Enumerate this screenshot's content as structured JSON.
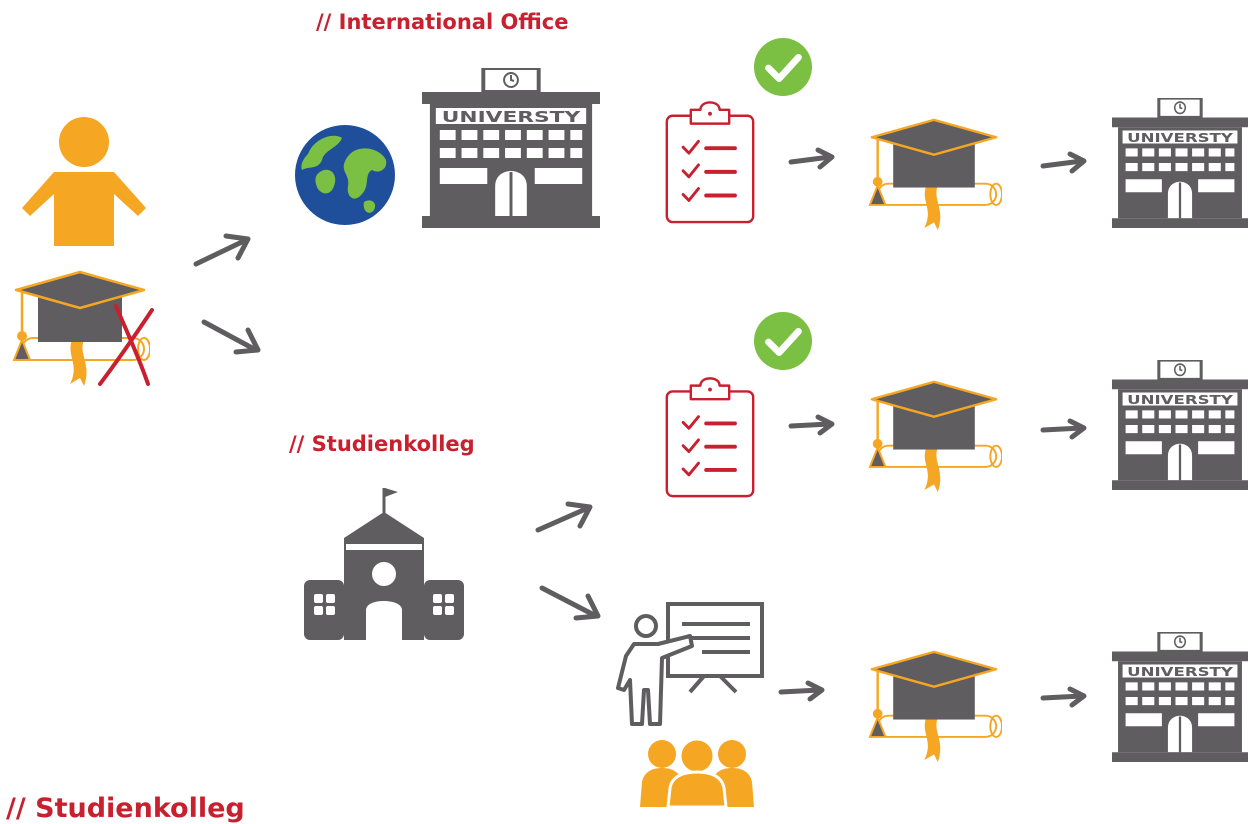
{
  "labels": {
    "international_office": "// International Office",
    "studienkolleg_mid": "// Studienkolleg",
    "studienkolleg_bottom": "// Studienkolleg"
  },
  "university_sign": "UNIVERSTY",
  "colors": {
    "orange": "#f5a623",
    "gray": "#5f5d5f",
    "red": "#c8202f",
    "green": "#7bbf43",
    "ocean": "#1f4f9b"
  },
  "icons": [
    "person-icon",
    "graduation-cap-diploma-icon",
    "globe-icon",
    "university-building-icon",
    "checklist-icon",
    "checkmark-badge-icon",
    "arrow-icon",
    "school-building-icon",
    "teacher-presentation-icon",
    "student-group-icon"
  ]
}
